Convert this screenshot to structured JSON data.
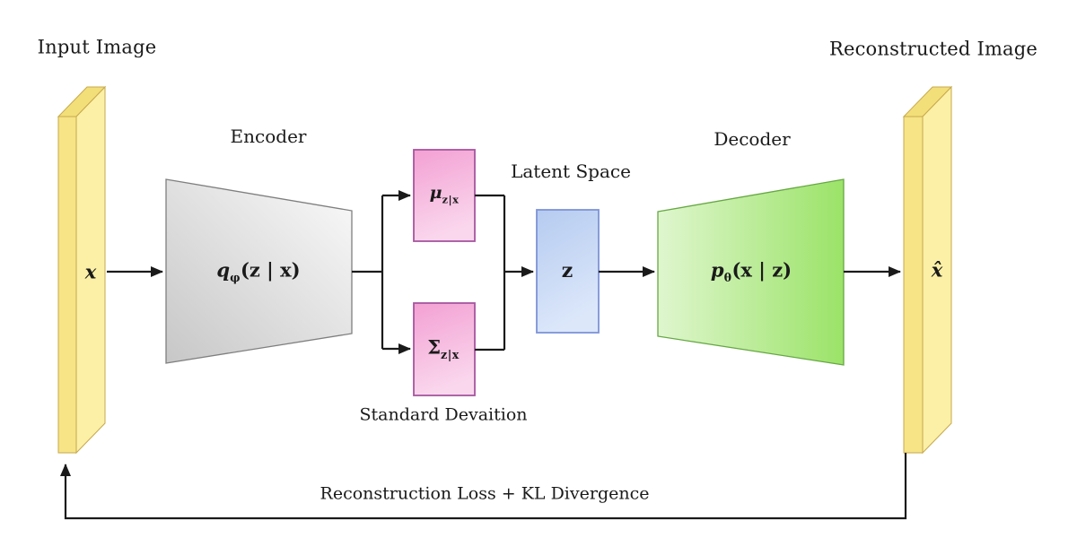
{
  "diagram": {
    "input_title": "Input Image",
    "reconstructed_title": "Reconstructed Image",
    "input_label": "x",
    "output_label": "x̂",
    "encoder": {
      "title": "Encoder",
      "formula": {
        "base": "q",
        "sub": "φ",
        "rest": "(z | x)"
      }
    },
    "decoder": {
      "title": "Decoder",
      "formula": {
        "base": "p",
        "sub": "θ",
        "rest": "(x | z)"
      }
    },
    "latent": {
      "title": "Latent Space",
      "label": "z"
    },
    "mu_block": {
      "base": "μ",
      "sub": "z|x"
    },
    "sigma_block": {
      "base": "Σ",
      "sub": "z|x"
    },
    "std_caption": "Standard Devaition",
    "loss_caption": "Reconstruction Loss + KL Divergence",
    "colors": {
      "slab_face": "#FBF0A6",
      "slab_front": "#F6E487",
      "slab_top": "#F3DF7A",
      "slab_stroke": "#C7A94C",
      "encoder_gradient_start": "#C7C7C7",
      "encoder_gradient_end": "#FAFAFA",
      "encoder_stroke": "#7F7F7F",
      "pink_gradient_start": "#F3A0D3",
      "pink_gradient_end": "#FAD7ED",
      "pink_stroke": "#A6569E",
      "blue_gradient_start": "#B5CBF0",
      "blue_gradient_end": "#DCE7FA",
      "blue_stroke": "#7E93D8",
      "green_gradient_start": "#DFF6CE",
      "green_gradient_end": "#9BE368",
      "green_stroke": "#66A843",
      "connector_line": "#1A1A1A"
    }
  }
}
